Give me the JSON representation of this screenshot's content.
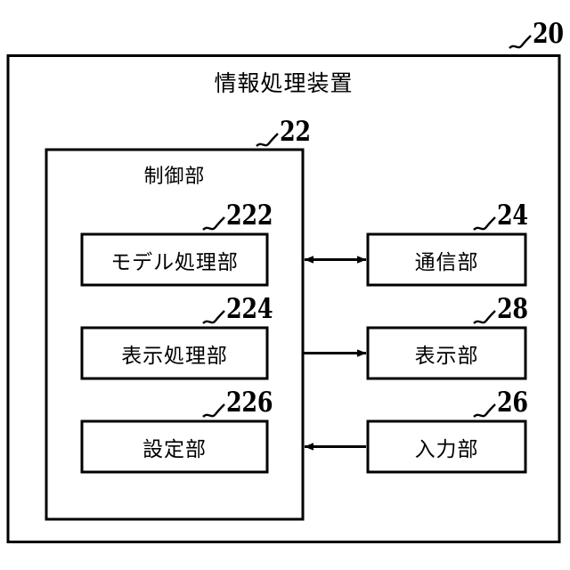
{
  "figure": {
    "type": "block-diagram",
    "language": "ja",
    "outer": {
      "ref": "20",
      "title": "情報処理装置"
    },
    "control_unit": {
      "ref": "22",
      "title": "制御部",
      "modules": [
        {
          "ref": "222",
          "label": "モデル処理部"
        },
        {
          "ref": "224",
          "label": "表示処理部"
        },
        {
          "ref": "226",
          "label": "設定部"
        }
      ]
    },
    "peripherals": [
      {
        "ref": "24",
        "label": "通信部"
      },
      {
        "ref": "28",
        "label": "表示部"
      },
      {
        "ref": "26",
        "label": "入力部"
      }
    ],
    "connections": [
      {
        "from": "制御部",
        "to": "通信部",
        "direction": "bidirectional"
      },
      {
        "from": "制御部",
        "to": "表示部",
        "direction": "right"
      },
      {
        "from": "入力部",
        "to": "制御部",
        "direction": "left"
      }
    ],
    "style": {
      "line_color": "#000000",
      "background": "#ffffff",
      "fill": "#ffffff"
    }
  }
}
